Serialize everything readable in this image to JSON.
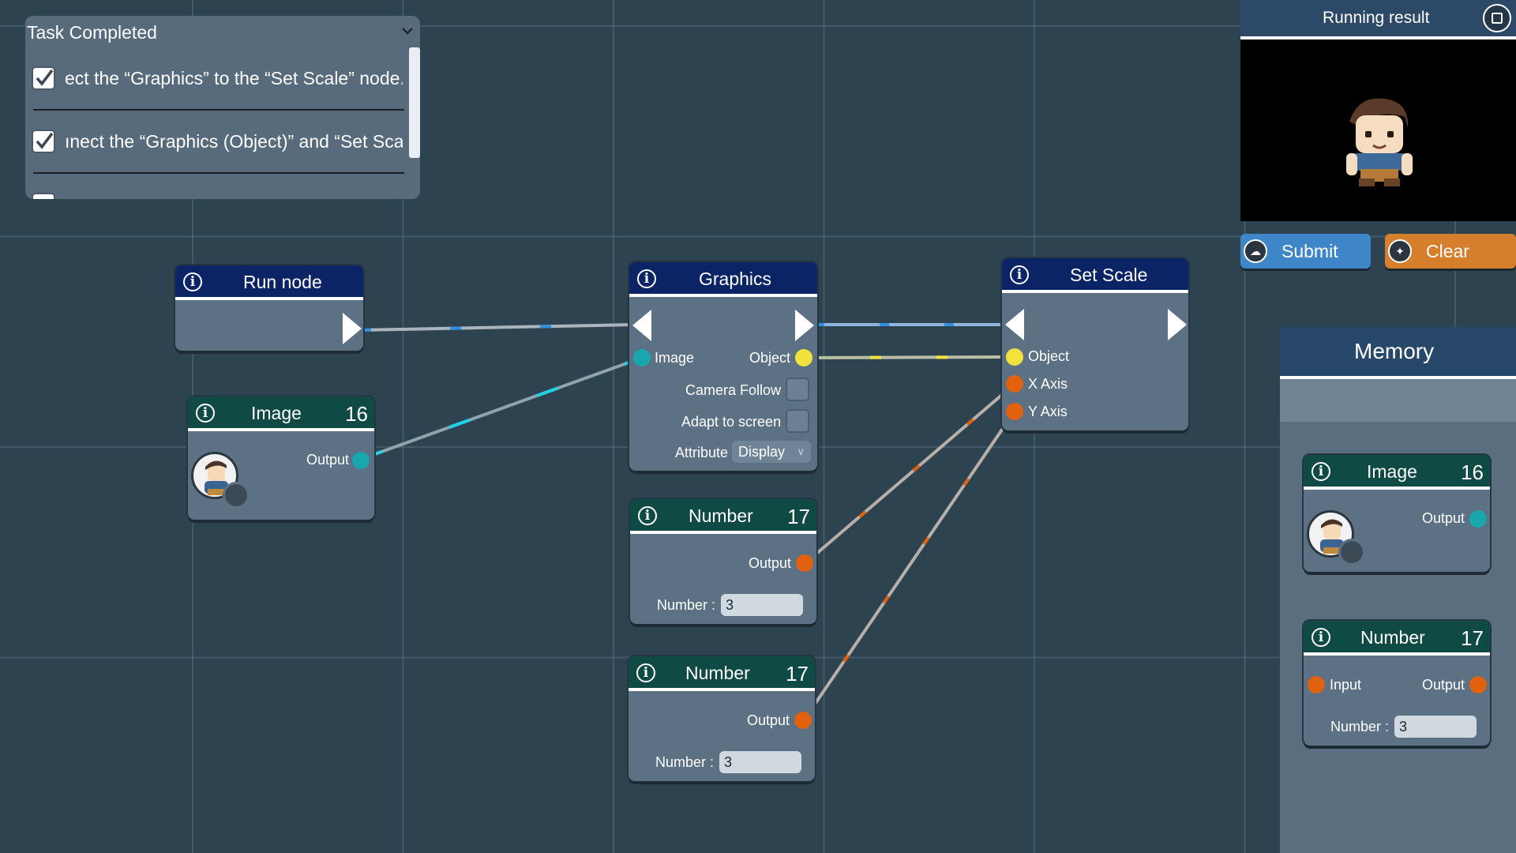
{
  "task_panel": {
    "title": "Task Completed",
    "items": [
      {
        "text": "ect the “Graphics” to the “Set Scale” node."
      },
      {
        "text": "ınect the “Graphics (Object)” and “Set Sca"
      }
    ]
  },
  "nodes": {
    "run": {
      "title": "Run node"
    },
    "image": {
      "title": "Image",
      "number": "16",
      "output_label": "Output"
    },
    "graphics": {
      "title": "Graphics",
      "image_label": "Image",
      "object_label": "Object",
      "camera_follow_label": "Camera Follow",
      "adapt_label": "Adapt to screen",
      "attribute_label": "Attribute",
      "attribute_value": "Display"
    },
    "set_scale": {
      "title": "Set Scale",
      "object_label": "Object",
      "x_label": "X Axis",
      "y_label": "Y Axis"
    },
    "number1": {
      "title": "Number",
      "number": "17",
      "output_label": "Output",
      "field_label": "Number :",
      "field_value": "3"
    },
    "number2": {
      "title": "Number",
      "number": "17",
      "output_label": "Output",
      "field_label": "Number :",
      "field_value": "3"
    }
  },
  "running_result": {
    "title": "Running result"
  },
  "buttons": {
    "submit": "Submit",
    "clear": "Clear"
  },
  "memory": {
    "title": "Memory",
    "image": {
      "title": "Image",
      "number": "16",
      "output_label": "Output"
    },
    "number": {
      "title": "Number",
      "number": "17",
      "input_label": "Input",
      "output_label": "Output",
      "field_label": "Number :",
      "field_value": "3"
    }
  },
  "colors": {
    "background": "#2e4350",
    "node_body": "#5c7184",
    "header_blue": "#0b2466",
    "header_green": "#0f4a45",
    "port_teal": "#17a7ad",
    "port_yellow": "#f4e23c",
    "port_orange": "#e0620f",
    "submit": "#3e86c8",
    "clear": "#d57f2c"
  }
}
